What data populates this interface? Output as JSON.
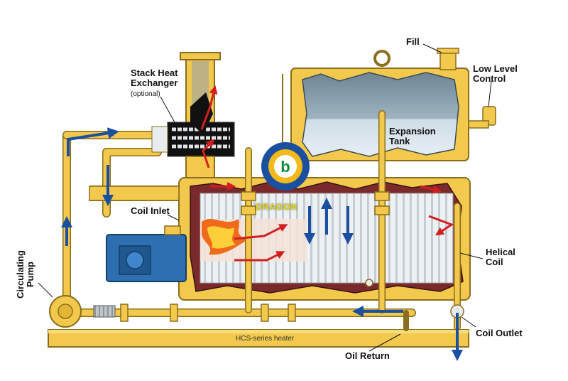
{
  "labels": {
    "fill": "Fill",
    "low_level_control": "Low Level\nControl",
    "stack_heat_exchanger": "Stack Heat\nExchanger",
    "optional": "(optional)",
    "expansion_tank": "Expansion\nTank",
    "coil_inlet": "Coil Inlet",
    "circulating_pump": "Circulating\nPump",
    "helical_coil": "Helical\nCoil",
    "coil_outlet": "Coil Outlet",
    "oil_return": "Oil Return",
    "base": "HCS-series heater"
  },
  "logo": {
    "text": "DRAGON",
    "mark": "b"
  },
  "colors": {
    "frame_yellow": "#f2c94c",
    "frame_outline": "#8a6d1d",
    "tank_water": "#cfdde6",
    "tank_dark": "#5f7482",
    "flow_arrow": "#1b4fa0",
    "hot_arrow": "#d21f1f",
    "burner_blue": "#2d6fb0",
    "coil_white": "#eef1f3"
  }
}
